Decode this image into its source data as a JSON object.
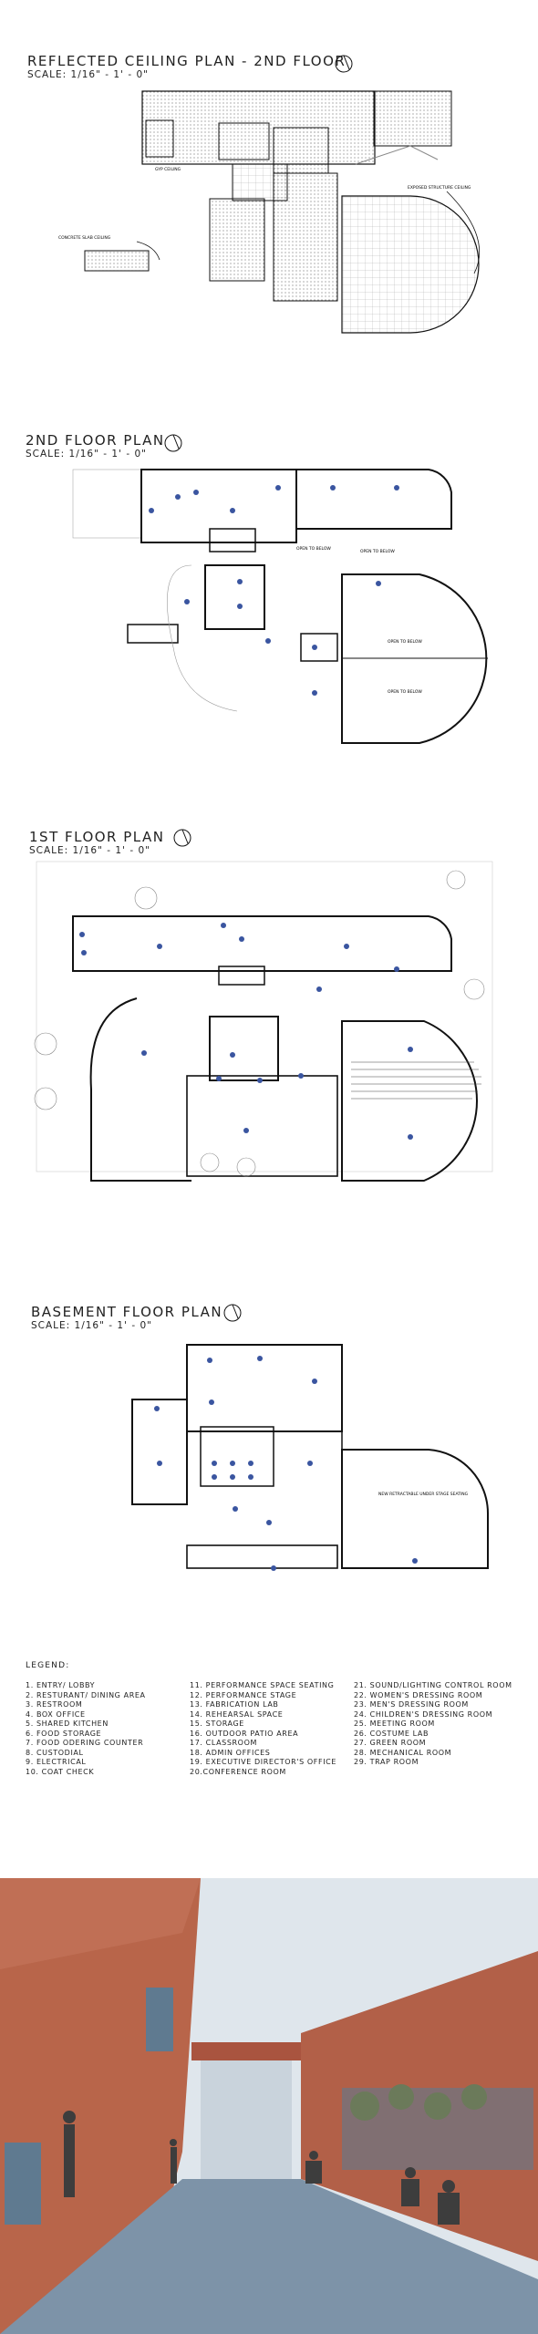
{
  "plans": {
    "ceiling": {
      "title": "REFLECTED CEILING PLAN - 2ND FLOOR",
      "scale": "SCALE: 1/16\" - 1' - 0\"",
      "notes": {
        "gyp": "GYP CEILING",
        "exposed": "EXPOSED STRUCTURE CEILING",
        "concrete": "CONCRETE SLAB CEILING"
      }
    },
    "second": {
      "title": "2ND FLOOR PLAN",
      "scale": "SCALE: 1/16\" - 1' - 0\"",
      "notes": {
        "open1": "OPEN TO BELOW",
        "open2": "OPEN TO BELOW",
        "open3": "OPEN TO BELOW",
        "open4": "OPEN TO BELOW"
      }
    },
    "first": {
      "title": "1ST FLOOR PLAN",
      "scale": "SCALE: 1/16\" - 1' - 0\""
    },
    "basement": {
      "title": "BASEMENT FLOOR PLAN",
      "scale": "SCALE: 1/16\" - 1' - 0\"",
      "notes": {
        "retract": "NEW RETRACTABLE UNDER STAGE SEATING"
      }
    }
  },
  "legend": {
    "title": "LEGEND:",
    "col1": [
      "1. ENTRY/ LOBBY",
      "2. RESTURANT/ DINING AREA",
      "3. RESTROOM",
      "4. BOX OFFICE",
      "5. SHARED KITCHEN",
      "6. FOOD STORAGE",
      "7. FOOD ODERING COUNTER",
      "8. CUSTODIAL",
      "9. ELECTRICAL",
      "10. COAT CHECK"
    ],
    "col2": [
      "11. PERFORMANCE SPACE SEATING",
      "12. PERFORMANCE STAGE",
      "13. FABRICATION LAB",
      "14. REHEARSAL SPACE",
      "15. STORAGE",
      "16. OUTDOOR PATIO AREA",
      "17. CLASSROOM",
      "18. ADMIN OFFICES",
      "19. EXECUTIVE DIRECTOR'S OFFICE",
      "20.CONFERENCE ROOM"
    ],
    "col3": [
      "21. SOUND/LIGHTING CONTROL ROOM",
      "22. WOMEN'S DRESSING ROOM",
      "23. MEN'S DRESSING ROOM",
      "24. CHILDREN'S DRESSING ROOM",
      "25. MEETING ROOM",
      "26. COSTUME LAB",
      "27. GREEN ROOM",
      "28. MECHANICAL ROOM",
      "29. TRAP ROOM"
    ]
  },
  "colors": {
    "wall": "#111111",
    "marker": "#3a55a0",
    "terracotta": "#b8654a",
    "sky": "#d8e2ea",
    "ground": "#7d93a8"
  },
  "icons": [
    "north-arrow-icon"
  ]
}
